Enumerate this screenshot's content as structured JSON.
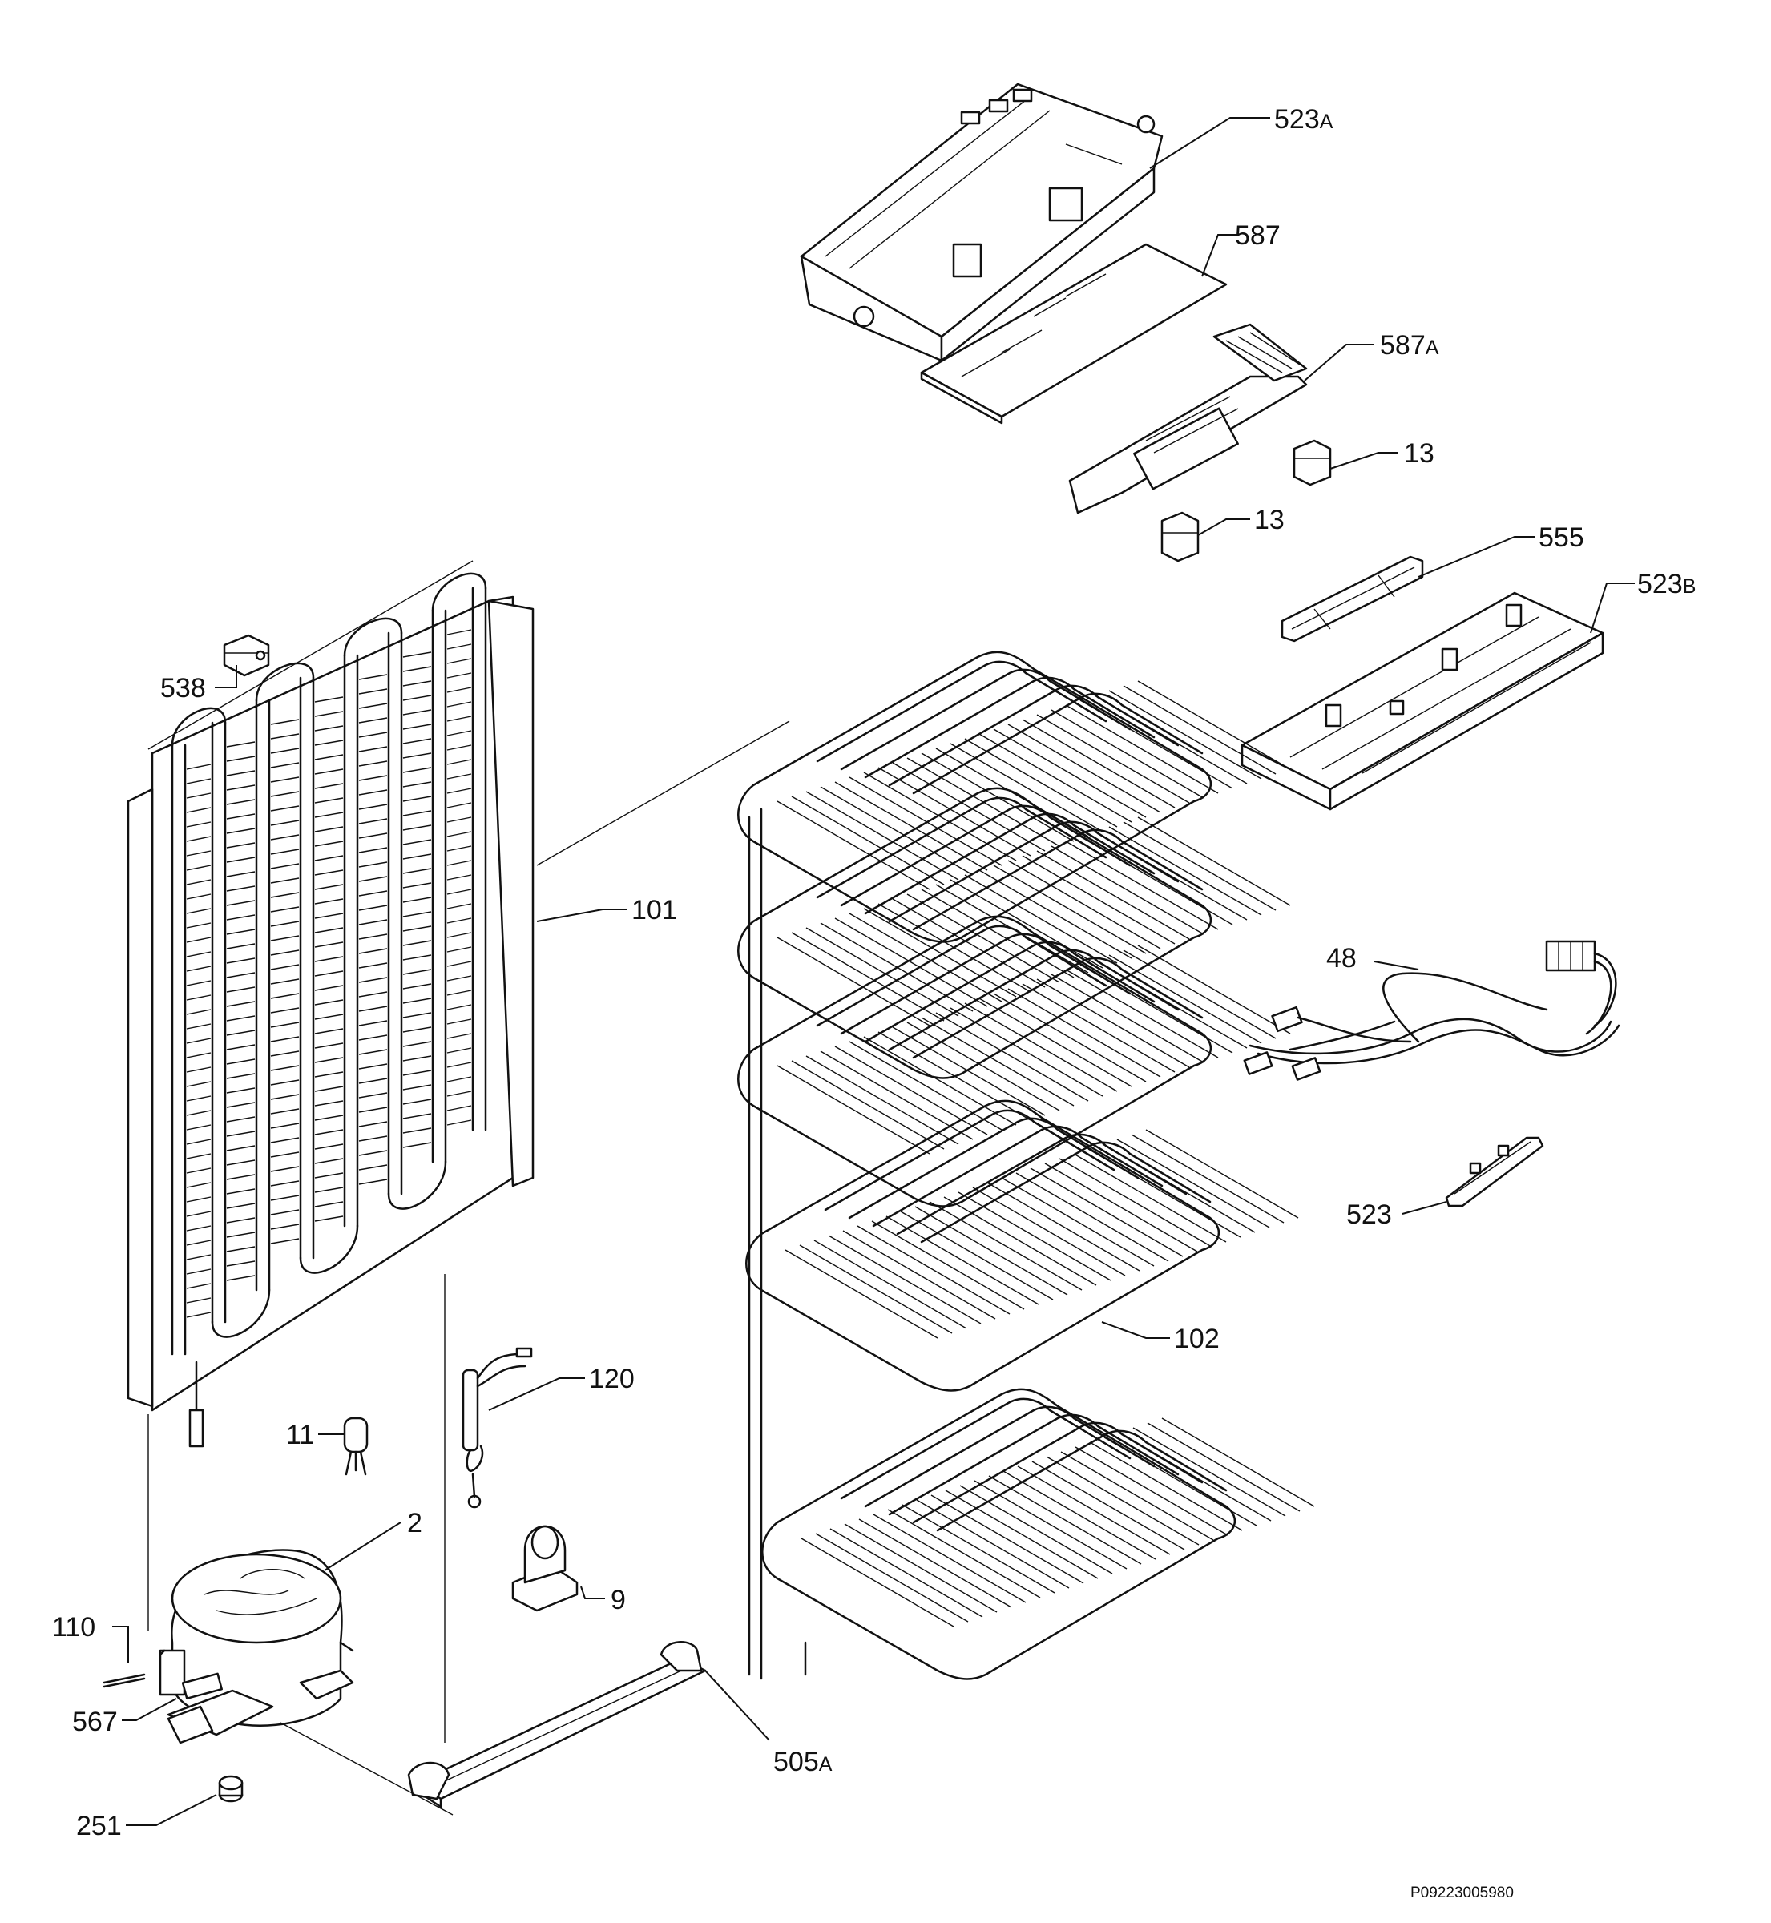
{
  "callouts": {
    "c523a": {
      "num": "523",
      "suffix": "A"
    },
    "c587": {
      "num": "587"
    },
    "c587a": {
      "num": "587",
      "suffix": "A"
    },
    "c13_right": {
      "num": "13"
    },
    "c13_left": {
      "num": "13"
    },
    "c555": {
      "num": "555"
    },
    "c523b": {
      "num": "523",
      "suffix": "B"
    },
    "c538": {
      "num": "538"
    },
    "c101": {
      "num": "101"
    },
    "c48": {
      "num": "48"
    },
    "c523": {
      "num": "523"
    },
    "c102": {
      "num": "102"
    },
    "c120": {
      "num": "120"
    },
    "c11": {
      "num": "11"
    },
    "c2": {
      "num": "2"
    },
    "c9": {
      "num": "9"
    },
    "c110": {
      "num": "110"
    },
    "c567": {
      "num": "567"
    },
    "c505a": {
      "num": "505",
      "suffix": "A"
    },
    "c251": {
      "num": "251"
    }
  },
  "drawing_code": "P09223005980"
}
